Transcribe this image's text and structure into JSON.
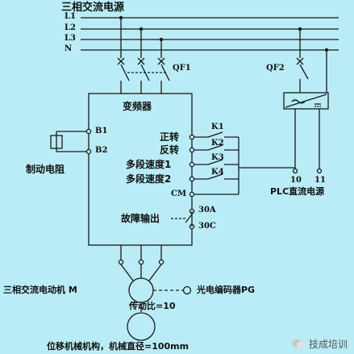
{
  "title": "三相交流电源",
  "lines": [
    "L1",
    "L2",
    "L3",
    "N"
  ],
  "qf1": "QF1",
  "qf2": "QF2",
  "inverter": "变频器",
  "brake_terminals": [
    "B1",
    "B2"
  ],
  "brake_resistor": "制动电阻",
  "terminals": {
    "forward": "正转",
    "reverse": "反转",
    "speed1": "多段速度1",
    "speed2": "多段速度2",
    "cm": "CM",
    "fault": "故障输出",
    "t30a": "30A",
    "t30c": "30C"
  },
  "relays": [
    "K1",
    "K2",
    "K3",
    "K4"
  ],
  "plc_terminals": [
    "10",
    "11"
  ],
  "plc_supply": "PLC直流电源",
  "motor": "三相交流电动机 M",
  "encoder": "光电编码器PG",
  "ratio": "传动比=10",
  "mechanism": "位移机械机构，机械直径=100mm",
  "watermark": "技成培训",
  "colors": {
    "background": "#b9ecf6",
    "line": "#1a1a1a"
  }
}
